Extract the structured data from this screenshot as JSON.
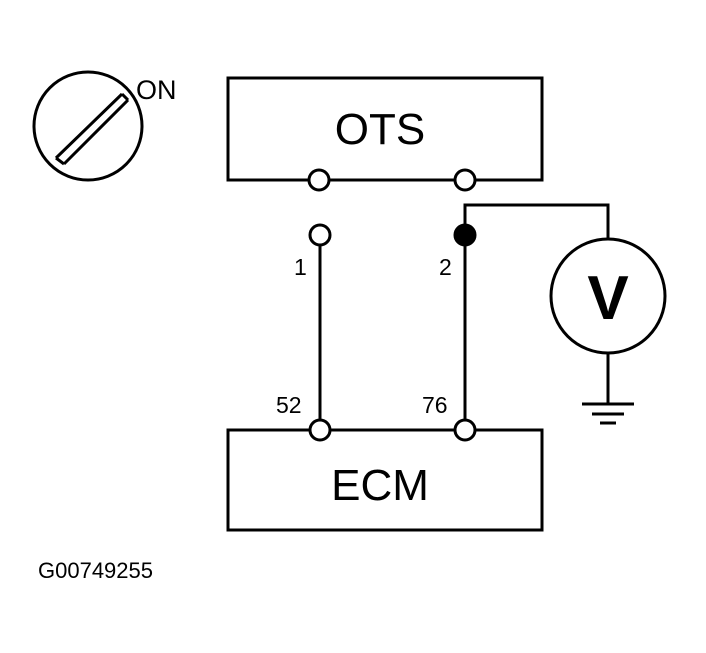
{
  "ignition": {
    "state_label": "ON",
    "icon": "ignition-key-icon"
  },
  "components": {
    "top_box_label": "OTS",
    "bottom_box_label": "ECM",
    "meter_label": "V"
  },
  "pins": {
    "ots_pin_1": "1",
    "ots_pin_2": "2",
    "ecm_pin_52": "52",
    "ecm_pin_76": "76"
  },
  "figure_id": "G00749255",
  "colors": {
    "line": "#000000",
    "background": "#ffffff"
  }
}
